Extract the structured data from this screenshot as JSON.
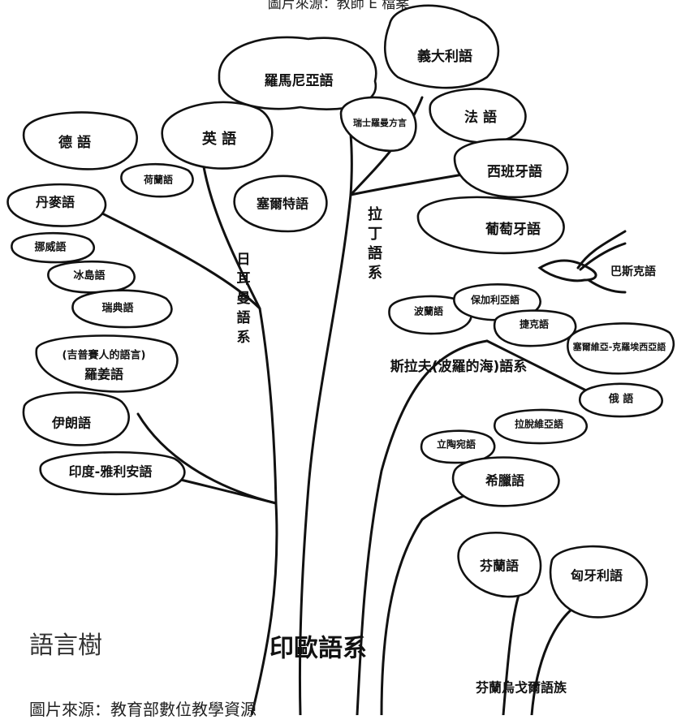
{
  "captions": {
    "top_source": "圖片來源：教師 E 檔案",
    "title": "語言樹",
    "bottom_source": "圖片來源：教育部數位教學資源"
  },
  "tree": {
    "trunk": "印歐語系",
    "germanic": {
      "branch": "日耳曼語系",
      "languages": [
        "德 語",
        "丹麥語",
        "挪威語",
        "冰島語",
        "瑞典語",
        "荷蘭語",
        "英 語",
        "塞爾特語"
      ]
    },
    "romance": {
      "branch": "拉丁語系",
      "languages": [
        "羅馬尼亞語",
        "瑞士羅曼方言",
        "義大利語",
        "法 語",
        "西班牙語",
        "葡萄牙語"
      ]
    },
    "slavic": {
      "branch": "斯拉夫(波羅的海)語系",
      "languages": [
        "波蘭語",
        "保加利亞語",
        "捷克語",
        "塞爾維亞-克羅埃西亞語",
        "俄 語",
        "拉脫維亞語",
        "立陶宛語"
      ]
    },
    "basque": "巴斯克語",
    "indo_iranian": {
      "languages": [
        "(吉普賽人的語言)",
        "羅姜語",
        "伊朗語",
        "印度-雅利安語"
      ]
    },
    "greek": "希臘語",
    "uralic": {
      "branch": "芬蘭烏戈爾語族",
      "languages": [
        "芬蘭語",
        "匈牙利語"
      ]
    }
  }
}
